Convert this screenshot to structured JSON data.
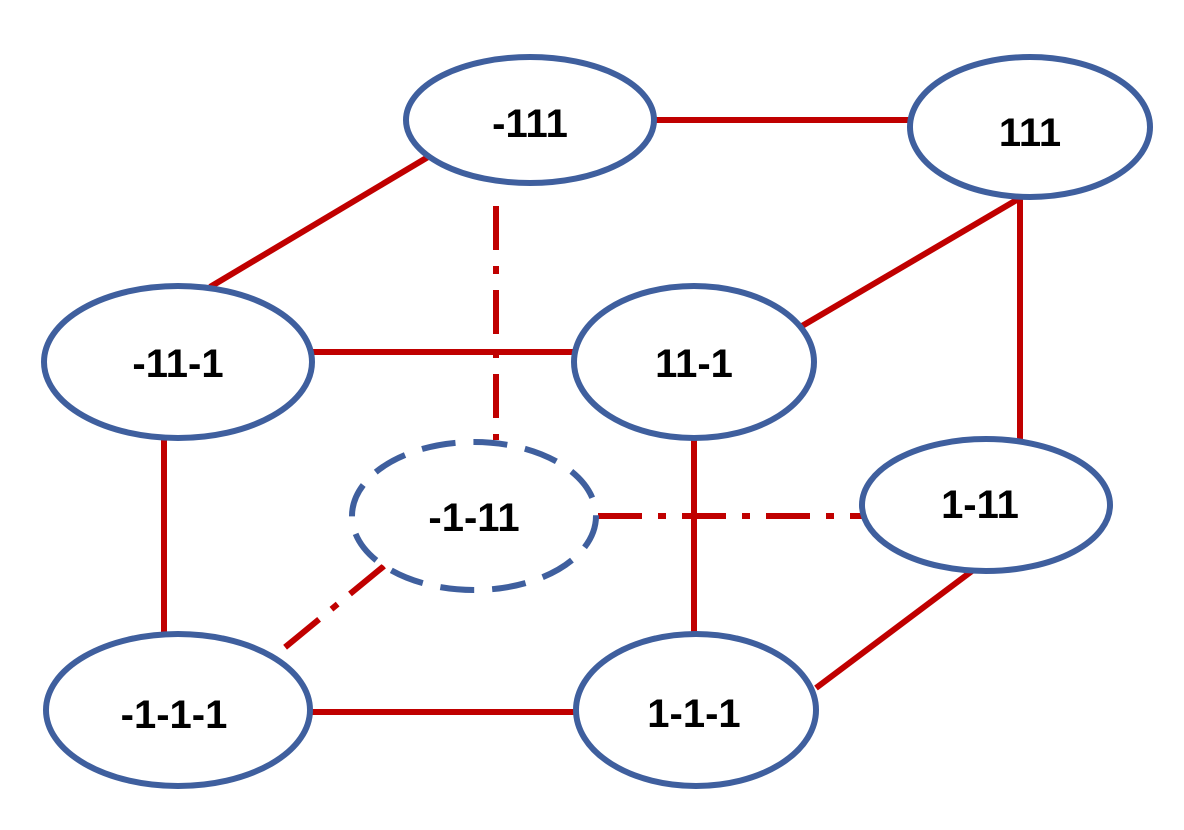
{
  "diagram": {
    "colors": {
      "edge": "#c00000",
      "node_outline": "#3f5f9e",
      "label": "#000000"
    },
    "nodes": [
      {
        "id": "n-111",
        "label": "111"
      },
      {
        "id": "n-m111",
        "label": "-111"
      },
      {
        "id": "n-m11m1",
        "label": "-11-1"
      },
      {
        "id": "n-11m1",
        "label": "11-1"
      },
      {
        "id": "n-m1m11",
        "label": "-1-11"
      },
      {
        "id": "n-1m11",
        "label": "1-11"
      },
      {
        "id": "n-m1m1m1",
        "label": "-1-1-1"
      },
      {
        "id": "n-1m1m1",
        "label": "1-1-1"
      }
    ],
    "edges": [
      {
        "from": "-111",
        "to": "111",
        "style": "solid"
      },
      {
        "from": "-111",
        "to": "-11-1",
        "style": "solid"
      },
      {
        "from": "111",
        "to": "11-1",
        "style": "solid"
      },
      {
        "from": "111",
        "to": "1-11",
        "style": "solid"
      },
      {
        "from": "-11-1",
        "to": "11-1",
        "style": "solid"
      },
      {
        "from": "-11-1",
        "to": "-1-1-1",
        "style": "solid"
      },
      {
        "from": "11-1",
        "to": "1-1-1",
        "style": "solid"
      },
      {
        "from": "1-11",
        "to": "1-1-1",
        "style": "solid"
      },
      {
        "from": "-1-1-1",
        "to": "1-1-1",
        "style": "solid"
      },
      {
        "from": "-111",
        "to": "-1-11",
        "style": "dash-dot"
      },
      {
        "from": "-1-11",
        "to": "1-11",
        "style": "dash-dot"
      },
      {
        "from": "-1-11",
        "to": "-1-1-1",
        "style": "dash-dot"
      }
    ]
  }
}
